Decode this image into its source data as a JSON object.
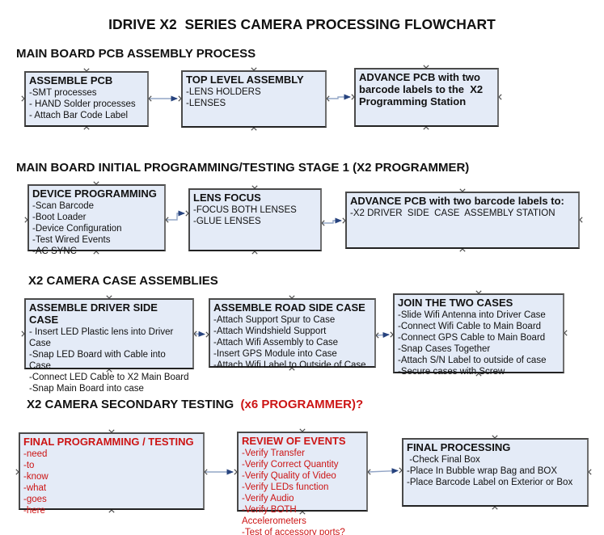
{
  "title": "IDRIVE X2  SERIES CAMERA PROCESSING FLOWCHART",
  "colors": {
    "box_fill": "#e4ebf7",
    "box_border": "#4a4a4a",
    "connector_line": "#92a5c6",
    "arrowhead": "#27437e",
    "red_text": "#cc1414",
    "black_text": "#111111"
  },
  "sections": [
    {
      "heading": "MAIN BOARD PCB ASSEMBLY PROCESS",
      "boxes": [
        {
          "title": "ASSEMBLE PCB",
          "items": [
            "-SMT processes",
            "- HAND Solder processes",
            "- Attach Bar Code Label"
          ]
        },
        {
          "title": "TOP LEVEL ASSEMBLY",
          "items": [
            "-LENS HOLDERS",
            "-LENSES"
          ]
        },
        {
          "title": "ADVANCE PCB with two barcode labels to the  X2 Programming Station",
          "items": []
        }
      ]
    },
    {
      "heading": "MAIN BOARD INITIAL PROGRAMMING/TESTING STAGE 1 (X2 PROGRAMMER)",
      "boxes": [
        {
          "title": "DEVICE PROGRAMMING",
          "items": [
            "-Scan Barcode",
            "-Boot Loader",
            "-Device Configuration",
            "-Test Wired Events",
            "-AC SYNC"
          ]
        },
        {
          "title": "LENS FOCUS",
          "items": [
            "-FOCUS BOTH LENSES",
            "-GLUE LENSES"
          ]
        },
        {
          "title": "ADVANCE PCB with two barcode labels to:",
          "items": [
            "-X2 DRIVER  SIDE  CASE  ASSEMBLY STATION"
          ]
        }
      ]
    },
    {
      "heading": "X2 CAMERA CASE ASSEMBLIES",
      "boxes": [
        {
          "title": "ASSEMBLE DRIVER SIDE CASE",
          "items": [
            "- Insert LED Plastic lens into Driver Case",
            "-Snap LED Board with Cable into Case",
            "-Connect LED Cable to X2 Main Board",
            "-Snap Main Board into case"
          ]
        },
        {
          "title": "ASSEMBLE ROAD SIDE CASE",
          "items": [
            "-Attach Support Spur to Case",
            "-Attach Windshield Support",
            "-Attach Wifi Assembly to Case",
            "-Insert GPS Module into Case",
            "-Attach Wifi Label to Outside of Case"
          ]
        },
        {
          "title": "JOIN THE TWO CASES",
          "items": [
            "-Slide Wifi Antenna into Driver Case",
            "-Connect Wifi Cable to Main Board",
            "-Connect GPS Cable to Main Board",
            "-Snap Cases Together",
            "-Attach S/N Label to outside of case",
            "-Secure cases with Screw"
          ]
        }
      ]
    },
    {
      "heading": "X2 CAMERA SECONDARY TESTING  ",
      "heading_red": "(x6 PROGRAMMER)?",
      "boxes": [
        {
          "title": "FINAL PROGRAMMING / TESTING",
          "items": [
            "-need",
            "-to",
            "-know",
            "-what",
            "-goes",
            "-here"
          ]
        },
        {
          "title": "REVIEW OF EVENTS",
          "items": [
            "-Verify Transfer",
            "-Verify Correct Quantity",
            "-Verify Quality of Video",
            "-Verify LEDs function",
            "-Verify Audio",
            "-Verify BOTH Accelerometers",
            "-Test of accessory ports?"
          ]
        },
        {
          "title": "FINAL PROCESSING",
          "items": [
            " -Check Final Box",
            "-Place In Bubble wrap Bag and BOX",
            "-Place Barcode Label on Exterior or Box"
          ]
        }
      ]
    }
  ]
}
